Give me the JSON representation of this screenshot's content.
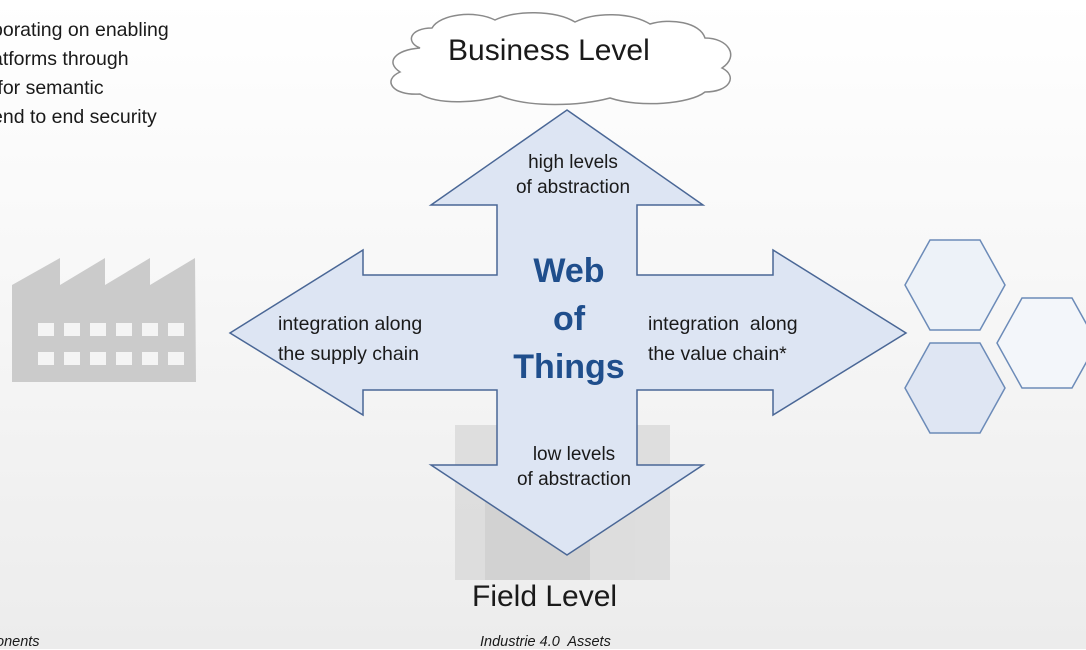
{
  "intro_lines": [
    "borating on enabling",
    "atforms through",
    " for semantic",
    "end to end security"
  ],
  "cloud": {
    "label": "Business Level"
  },
  "arrows": {
    "up": [
      "high levels",
      "of abstraction"
    ],
    "down": [
      "low levels",
      "of abstraction"
    ],
    "left": [
      "integration along",
      "the supply chain"
    ],
    "right": [
      "integration  along",
      "the value chain*"
    ]
  },
  "center": [
    "Web",
    "of",
    "Things"
  ],
  "bottom": {
    "label": "Field Level"
  },
  "captions": {
    "left": "onents",
    "right": "Industrie 4.0  Assets"
  },
  "colors": {
    "arrow_fill": "#dde5f3",
    "arrow_stroke": "#4a6796",
    "center_text": "#1f4e8c",
    "factory_gray": "#c9c9c9"
  }
}
